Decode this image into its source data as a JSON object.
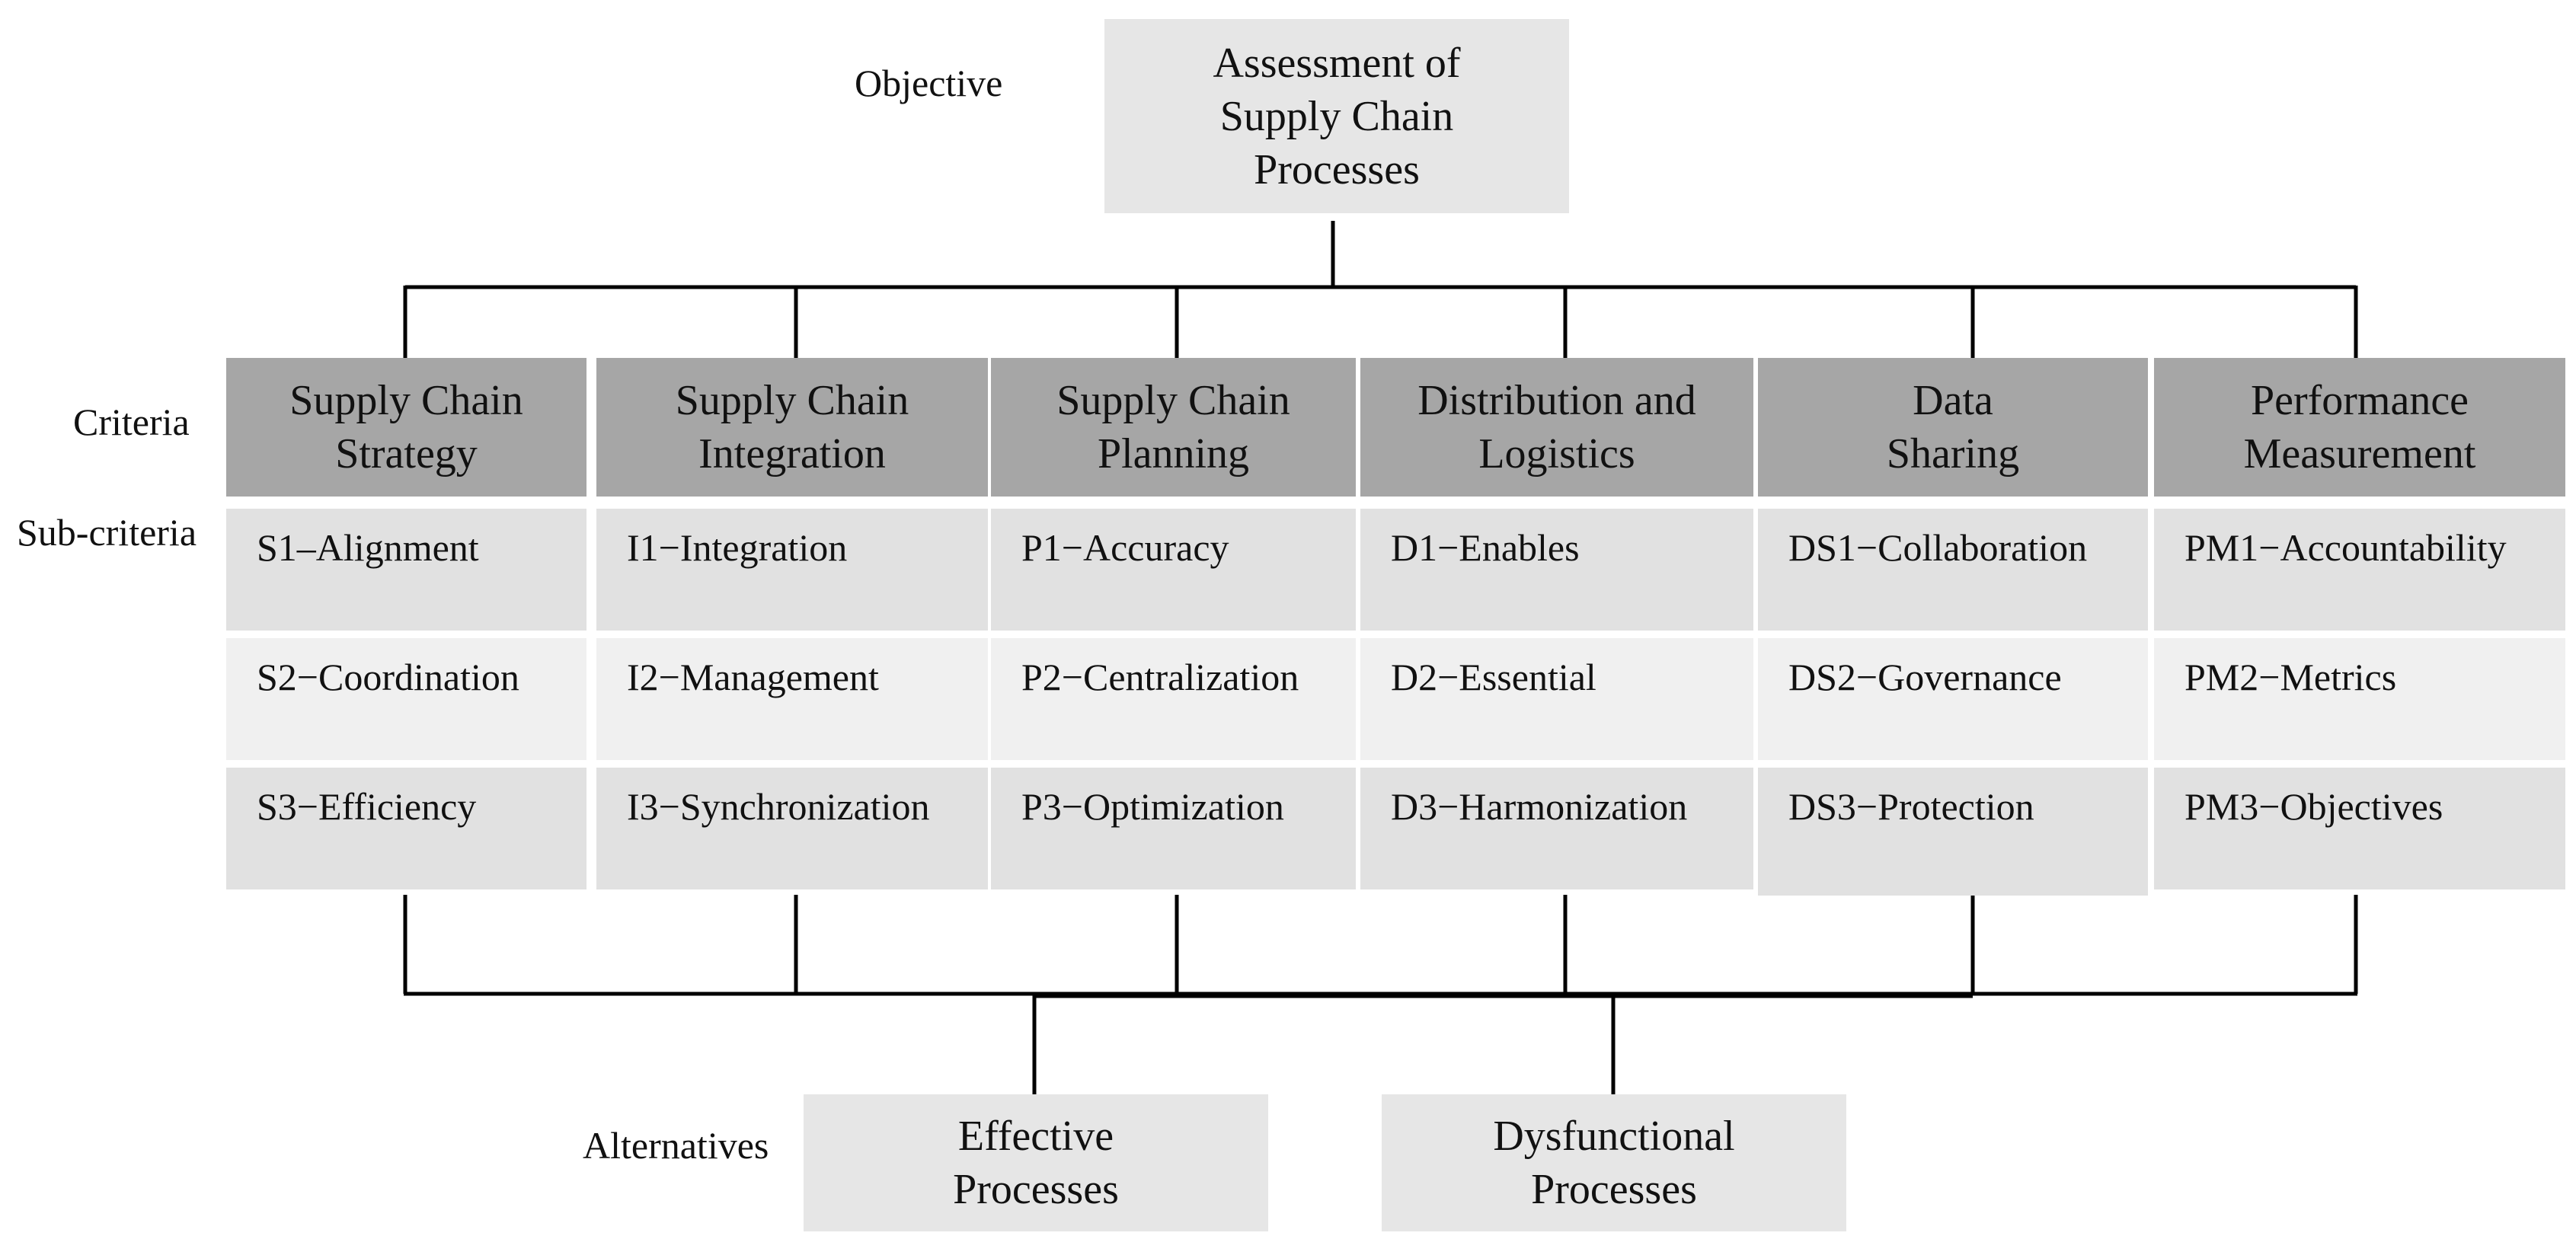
{
  "labels": {
    "objective": "Objective",
    "criteria": "Criteria",
    "sub_criteria": "Sub-criteria",
    "alternatives": "Alternatives"
  },
  "objective": "Assessment of\nSupply Chain\nProcesses",
  "criteria": [
    {
      "title": "Supply Chain\nStrategy",
      "subs": [
        "S1–Alignment",
        "S2−Coordination",
        "S3−Efficiency"
      ]
    },
    {
      "title": "Supply Chain\nIntegration",
      "subs": [
        "I1−Integration",
        "I2−Management",
        "I3−Synchronization"
      ]
    },
    {
      "title": "Supply Chain\nPlanning",
      "subs": [
        "P1−Accuracy",
        "P2−Centralization",
        "P3−Optimization"
      ]
    },
    {
      "title": "Distribution and\nLogistics",
      "subs": [
        "D1−Enables",
        "D2−Essential",
        "D3−Harmonization"
      ]
    },
    {
      "title": "Data\nSharing",
      "subs": [
        "DS1−Collaboration",
        "DS2−Governance",
        "DS3−Protection"
      ]
    },
    {
      "title": "Performance\nMeasurement",
      "subs": [
        "PM1−Accountability",
        "PM2−Metrics",
        "PM3−Objectives"
      ]
    }
  ],
  "alternatives": [
    "Effective\nProcesses",
    "Dysfunctional\nProcesses"
  ],
  "colors": {
    "objective_fill": "#e6e6e6",
    "criteria_fill": "#a6a6a6",
    "sub_fill_dark": "#e1e1e1",
    "sub_fill_light": "#f0f0f0",
    "alternative_fill": "#e6e6e6",
    "line": "#000000"
  }
}
